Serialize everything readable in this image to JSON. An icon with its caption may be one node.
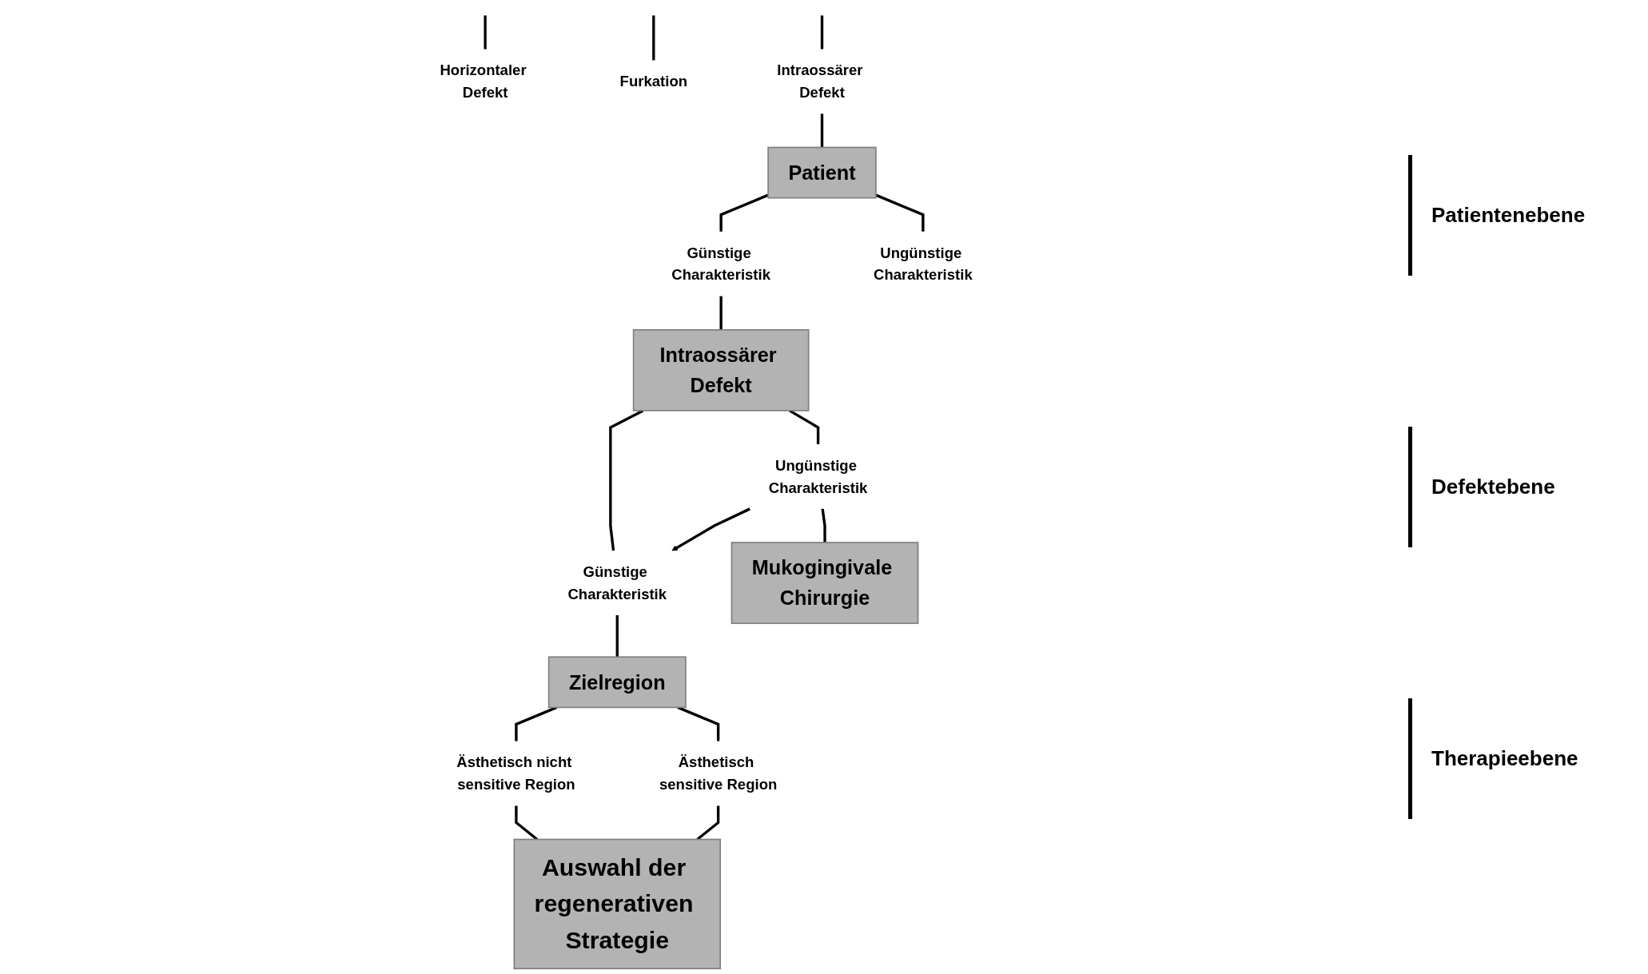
{
  "diagram": {
    "nodes": [
      {
        "text": [
          "Horizontaler Defekt"
        ]
      },
      {
        "text": [
          "Furkation"
        ]
      },
      {
        "text": [
          "Intraossärer Defekt"
        ]
      },
      {
        "text": [
          "Patient"
        ]
      },
      {
        "text": [
          "Günstige Charakteristik"
        ]
      },
      {
        "text": [
          "Ungünstige Charakteristik"
        ]
      },
      {
        "text": [
          "Intraossärer Defekt"
        ]
      },
      {
        "text": [
          "Günstige Charakteristik"
        ]
      },
      {
        "text": [
          "Ungünstige Charakteristik"
        ]
      },
      {
        "text": [
          "Zielregion"
        ]
      },
      {
        "text": [
          "Mukogingivale Chirurgie"
        ]
      },
      {
        "text": [
          "Ästhetisch nicht sensitive Region"
        ]
      },
      {
        "text": [
          "Ästhetisch sensitive Region"
        ]
      },
      {
        "text": [
          "Auswahl der regenerativen Strategie"
        ]
      }
    ],
    "edges": [
      {
        "from": null,
        "to": 0,
        "arrow": "none"
      },
      {
        "from": null,
        "to": 1,
        "arrow": "none"
      },
      {
        "from": null,
        "to": 2,
        "arrow": "none"
      },
      {
        "from": 2,
        "to": 3,
        "arrow": "none"
      },
      {
        "from": 3,
        "to": 4,
        "arrow": "none"
      },
      {
        "from": 3,
        "to": 5,
        "arrow": "none"
      },
      {
        "from": 4,
        "to": 6,
        "arrow": "none"
      },
      {
        "from": 6,
        "to": 7,
        "arrow": "none"
      },
      {
        "from": 6,
        "to": 8,
        "arrow": "none"
      },
      {
        "from": 8,
        "to": 10,
        "arrow": "none"
      },
      {
        "from": 8,
        "to": 7,
        "arrow": "to"
      },
      {
        "from": 7,
        "to": 9,
        "arrow": "none"
      },
      {
        "from": 9,
        "to": 11,
        "arrow": "none"
      },
      {
        "from": 9,
        "to": 12,
        "arrow": "none"
      },
      {
        "from": 11,
        "to": 13,
        "arrow": "none"
      },
      {
        "from": 12,
        "to": 13,
        "arrow": "none"
      }
    ],
    "labels": [
      "Patientenebene",
      "Defektebene",
      "Therapieebene"
    ]
  }
}
